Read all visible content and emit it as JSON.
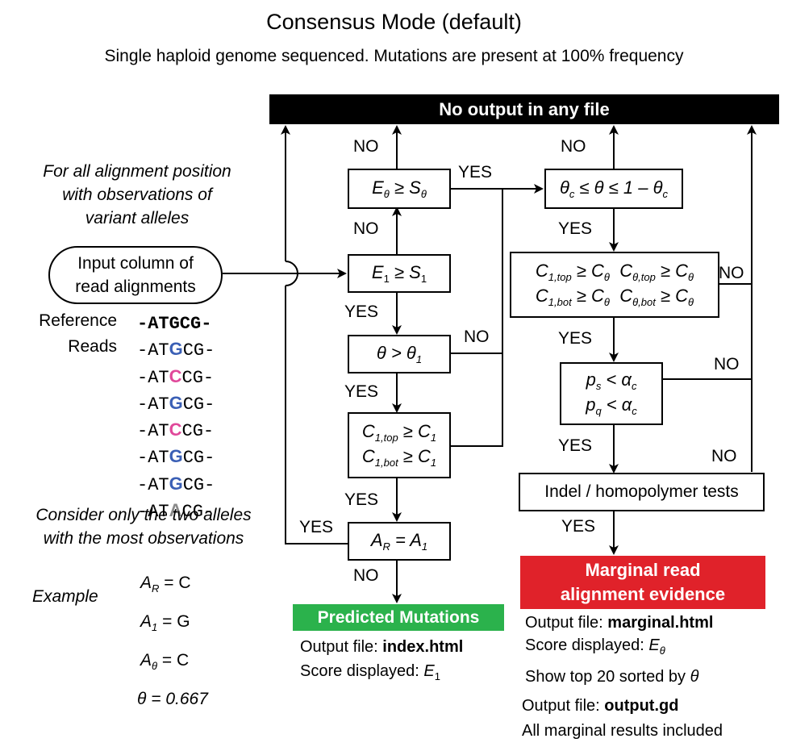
{
  "header": {
    "title": "Consensus Mode (default)",
    "subtitle": "Single haploid genome sequenced. Mutations are present at 100% frequency"
  },
  "no_output_bar": "No output in any file",
  "left_panel": {
    "intro_lines": [
      "For all alignment position",
      "with observations of",
      "variant alleles"
    ],
    "input_node_lines": [
      "Input column of",
      "read alignments"
    ],
    "reference_label": "Reference",
    "reads_label": "Reads",
    "reference_seq": "-ATGCG-",
    "reads": [
      {
        "prefix": "-AT",
        "base": "G",
        "suffix": "CG-",
        "color": "#3a5fb5"
      },
      {
        "prefix": "-AT",
        "base": "C",
        "suffix": "CG-",
        "color": "#e0489a"
      },
      {
        "prefix": "-AT",
        "base": "G",
        "suffix": "CG-",
        "color": "#3a5fb5"
      },
      {
        "prefix": "-AT",
        "base": "C",
        "suffix": "CG-",
        "color": "#e0489a"
      },
      {
        "prefix": "-AT",
        "base": "G",
        "suffix": "CG-",
        "color": "#3a5fb5"
      },
      {
        "prefix": "-AT",
        "base": "G",
        "suffix": "CG-",
        "color": "#3a5fb5"
      },
      {
        "prefix": "-AT",
        "base": "A",
        "suffix": "CG-",
        "color": "#8a8a8a"
      }
    ],
    "consider_lines": [
      "Consider only the two alleles",
      "with the most observations"
    ],
    "example_label": "Example",
    "example": {
      "ar": {
        "sym": "A",
        "sub": "R",
        "val": "= C"
      },
      "a1": {
        "sym": "A",
        "sub": "1",
        "val": "= G"
      },
      "a0": {
        "sym": "A",
        "sub": "θ",
        "val": "= C"
      },
      "theta": "θ = 0.667"
    }
  },
  "nodes": {
    "e0_s0": {
      "a": "E",
      "a_sub": "θ",
      "op": " ≥ ",
      "b": "S",
      "b_sub": "θ"
    },
    "e1_s1": {
      "a": "E",
      "a_sub": "1",
      "op": " ≥ ",
      "b": "S",
      "b_sub": "1"
    },
    "theta_gt": {
      "a": "θ",
      "op": " > ",
      "b": "θ",
      "b_sub": "1"
    },
    "c1_strand": {
      "line1": {
        "a": "C",
        "a_sub": "1,top",
        "op": " ≥ ",
        "b": "C",
        "b_sub": "1"
      },
      "line2": {
        "a": "C",
        "a_sub": "1,bot",
        "op": " ≥ ",
        "b": "C",
        "b_sub": "1"
      }
    },
    "ar_a1": {
      "a": "A",
      "a_sub": "R",
      "op": " = ",
      "b": "A",
      "b_sub": "1"
    },
    "theta_range": {
      "a": "θ",
      "a_sub": "c",
      "mid": " ≤ θ ≤ 1 – ",
      "b": "θ",
      "b_sub": "c"
    },
    "c0_strand": {
      "row1": [
        {
          "a": "C",
          "a_sub": "1,top",
          "b": "C",
          "b_sub": "θ"
        },
        {
          "a": "C",
          "a_sub": "θ,top",
          "b": "C",
          "b_sub": "θ"
        }
      ],
      "row2": [
        {
          "a": "C",
          "a_sub": "1,bot",
          "b": "C",
          "b_sub": "θ"
        },
        {
          "a": "C",
          "a_sub": "θ,bot",
          "b": "C",
          "b_sub": "θ"
        }
      ],
      "op": " ≥ "
    },
    "pvalues": {
      "line1": {
        "a": "p",
        "a_sub": "s",
        "op": " < ",
        "b": "α",
        "b_sub": "c"
      },
      "line2": {
        "a": "p",
        "a_sub": "q",
        "op": " < ",
        "b": "α",
        "b_sub": "c"
      }
    },
    "indel": "Indel / homopolymer tests"
  },
  "edge_labels": {
    "yes": "YES",
    "no": "NO"
  },
  "outputs": {
    "predicted": {
      "title": "Predicted Mutations",
      "color": "#2bb24c",
      "file_label": "Output file: ",
      "file": "index.html",
      "score_label": "Score displayed: ",
      "score_sym": "E",
      "score_sub": "1"
    },
    "marginal": {
      "title_lines": [
        "Marginal read",
        "alignment evidence"
      ],
      "color": "#e0222a",
      "file_label": "Output file: ",
      "file": "marginal.html",
      "score_label": "Score displayed: ",
      "score_sym": "E",
      "score_sub": "θ",
      "sort_note": "Show top 20 sorted by ",
      "sort_sym": "θ",
      "gd_label": "Output file: ",
      "gd_file": "output.gd",
      "gd_note": "All marginal results included"
    }
  }
}
